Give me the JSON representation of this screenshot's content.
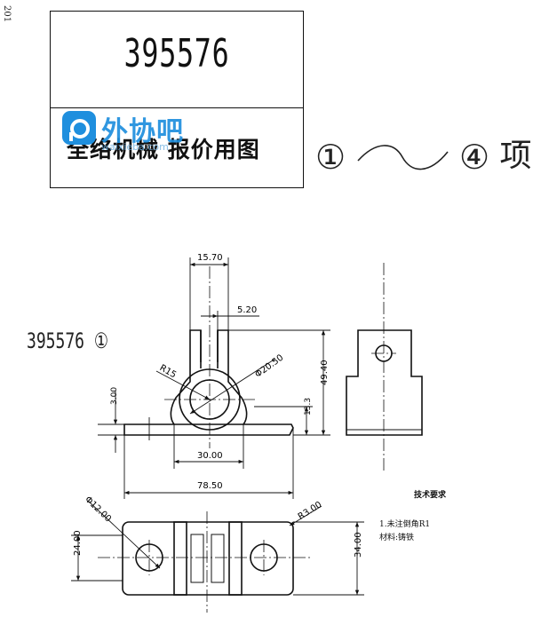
{
  "side_label": "201",
  "title_block": {
    "part_number": "395576",
    "quote_label": "全络机械   报价用图"
  },
  "watermark": {
    "brand": "外协吧",
    "url": "waixieba.com",
    "icon": "brand-logo-icon",
    "color": "#1f8fde"
  },
  "item_range": {
    "start": "①",
    "end": "④",
    "suffix": "项"
  },
  "view_label": "395576 ①",
  "dimensions": {
    "top_width": "15.70",
    "slot_width": "5.20",
    "radius": "R15",
    "hole_diameter": "Φ20.50",
    "height": "49.40",
    "base_height": "13.3",
    "base_thickness": "3.00",
    "inner_width": "30.00",
    "total_width": "78.50",
    "hole_dia_plan": "Φ12.00",
    "corner_radius": "R3.00",
    "hole_spacing": "24.00",
    "plan_width": "34.00"
  },
  "tech_requirements": {
    "title": "技术要求",
    "notes": [
      "1.未注倒角R1",
      "材料:铸铁"
    ]
  }
}
